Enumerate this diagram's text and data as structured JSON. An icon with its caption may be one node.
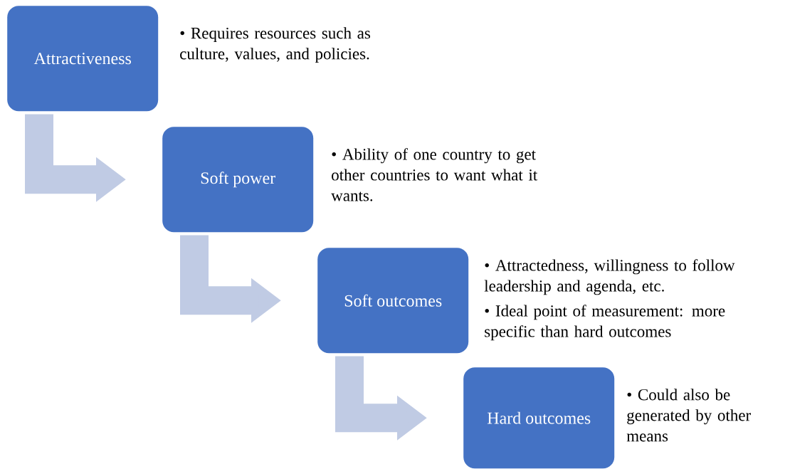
{
  "diagram": {
    "nodes": [
      {
        "text": [
          "Attractiveness"
        ],
        "beside": [
          "• Requires resources such as culture, values, and policies."
        ]
      },
      {
        "text": [
          "Soft power"
        ],
        "beside": [
          "• Ability of one country to get other countries to want what it wants."
        ]
      },
      {
        "text": [
          "Soft outcomes"
        ],
        "beside": [
          "• Attractedness, willingness to follow leadership and agenda, etc.",
          "• Ideal point of measurement: more specific than hard outcomes"
        ]
      },
      {
        "text": [
          "Hard outcomes"
        ],
        "beside": [
          "• Could also be generated by other means"
        ]
      }
    ],
    "edges": [
      {
        "from": 0,
        "to": 1,
        "arrow": "to"
      },
      {
        "from": 1,
        "to": 2,
        "arrow": "to"
      },
      {
        "from": 2,
        "to": 3,
        "arrow": "to"
      }
    ]
  }
}
